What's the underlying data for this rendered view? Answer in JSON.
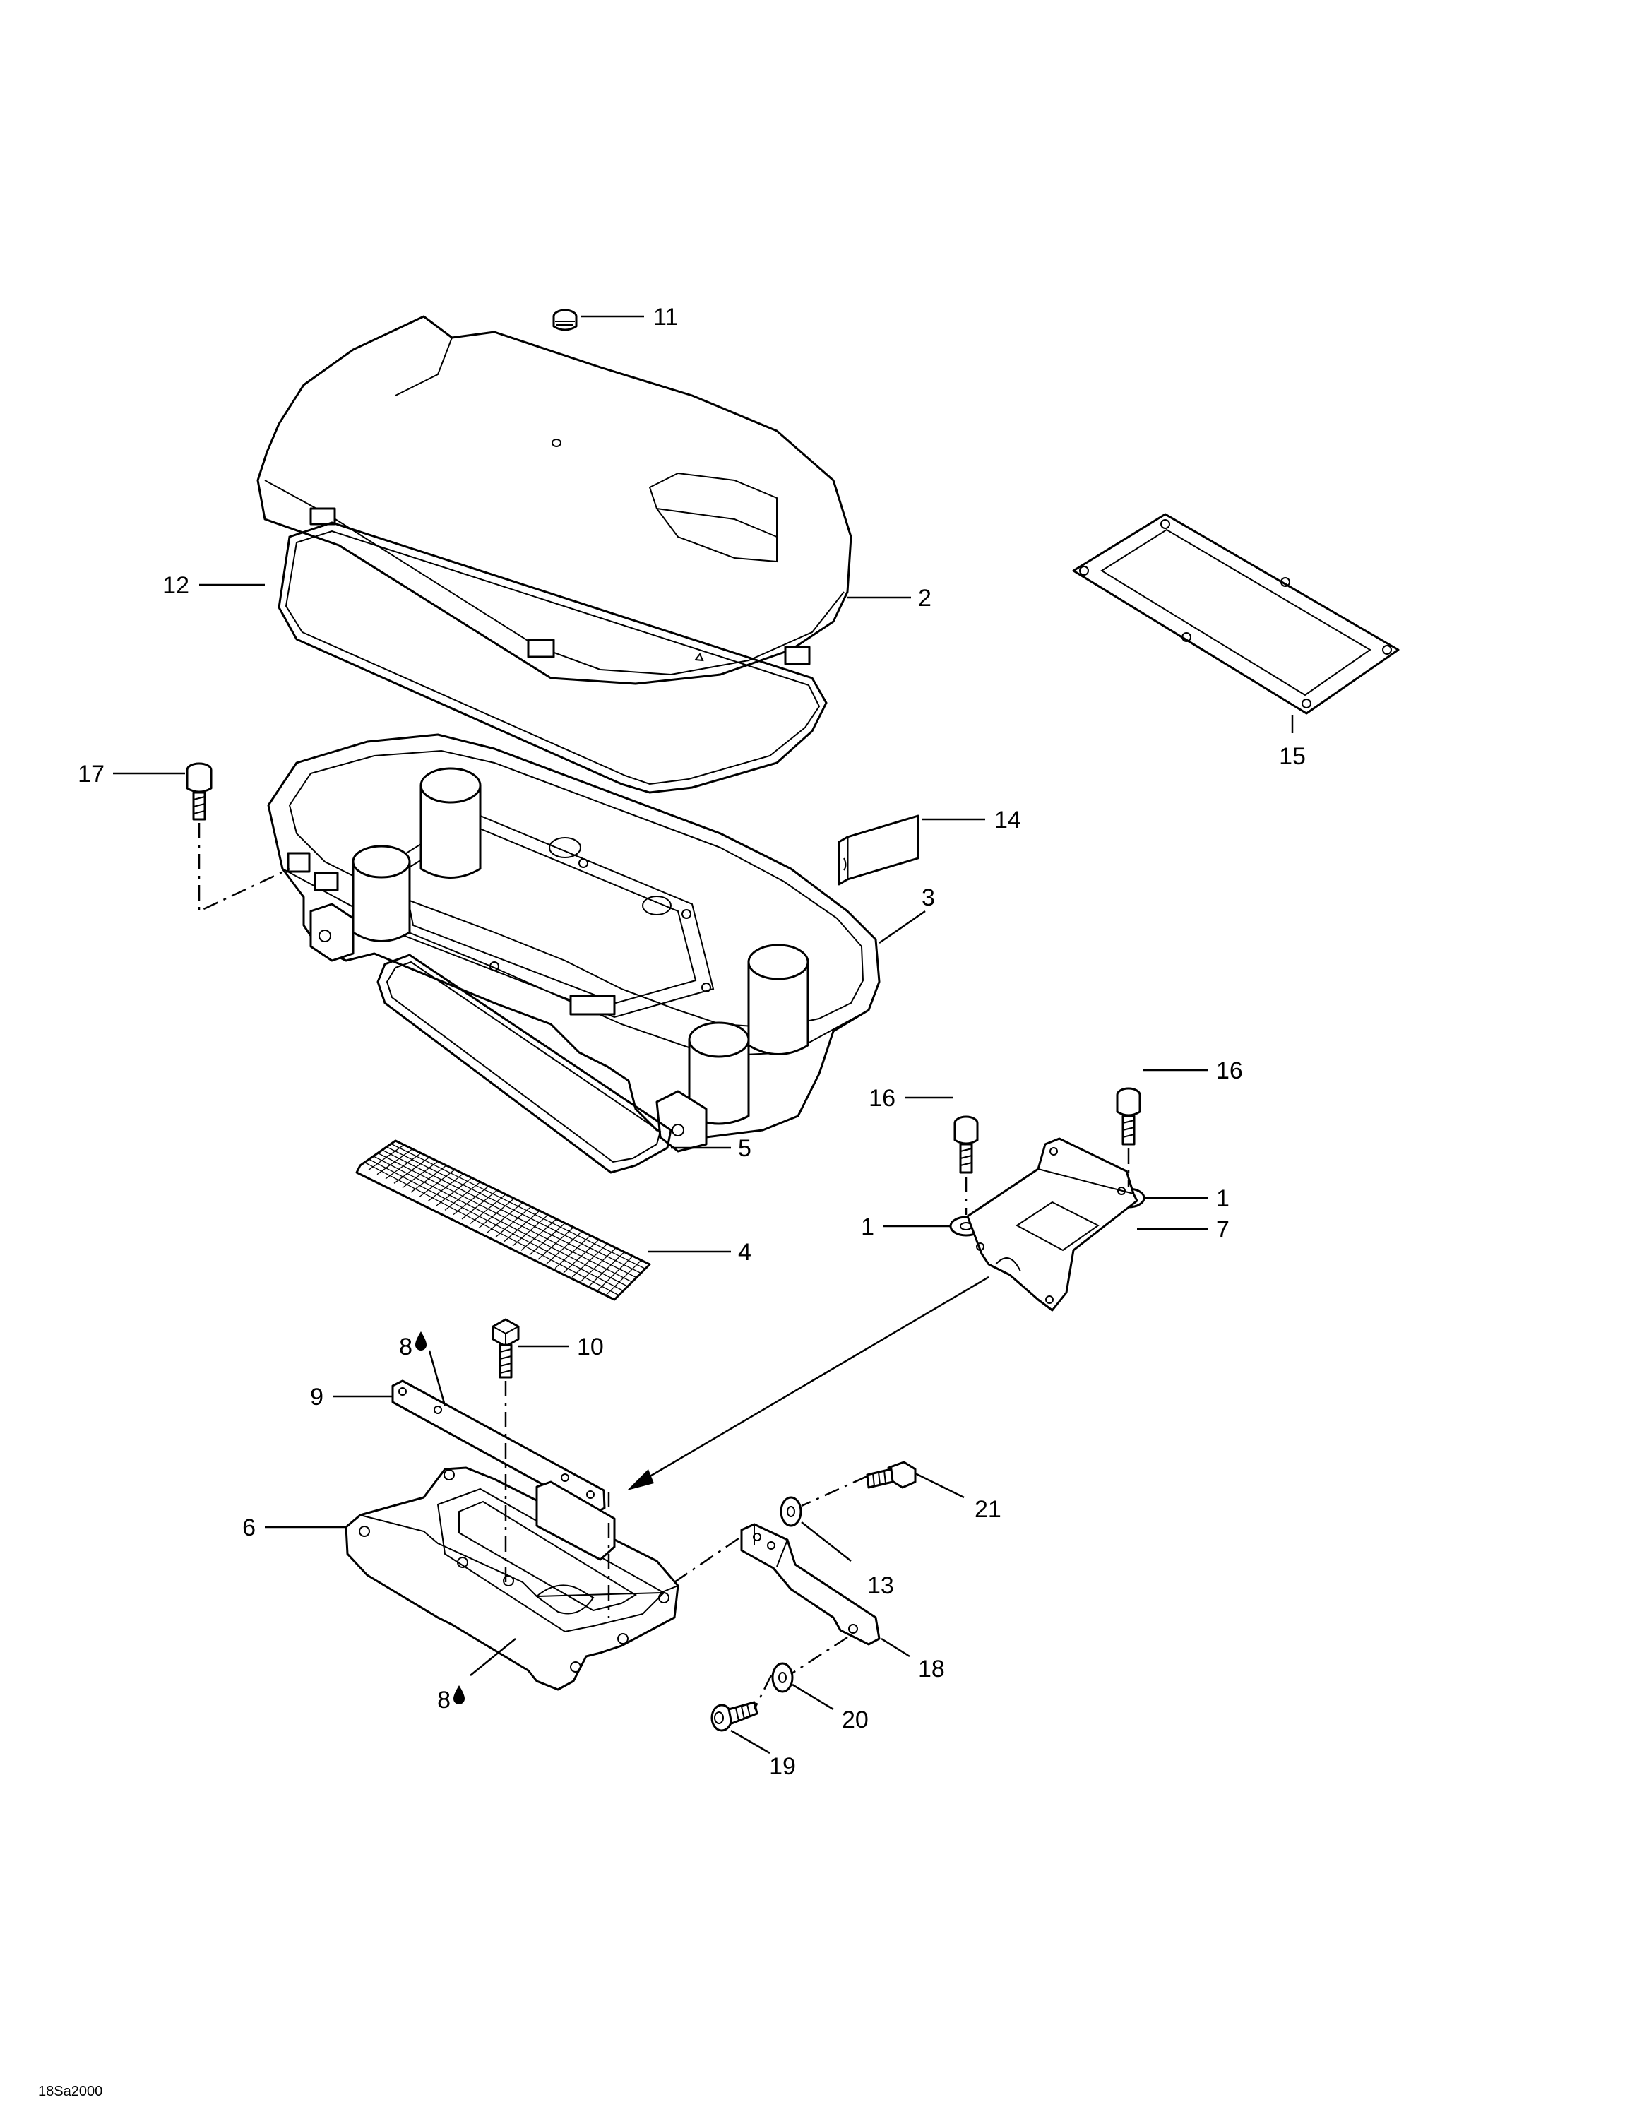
{
  "diagram": {
    "reference_code": "18Sa2000",
    "callouts": [
      {
        "id": "c1a",
        "label": "1"
      },
      {
        "id": "c1b",
        "label": "1"
      },
      {
        "id": "c2",
        "label": "2"
      },
      {
        "id": "c3",
        "label": "3"
      },
      {
        "id": "c4",
        "label": "4"
      },
      {
        "id": "c5",
        "label": "5"
      },
      {
        "id": "c6",
        "label": "6"
      },
      {
        "id": "c7",
        "label": "7"
      },
      {
        "id": "c8a",
        "label": "8"
      },
      {
        "id": "c8b",
        "label": "8"
      },
      {
        "id": "c9",
        "label": "9"
      },
      {
        "id": "c10",
        "label": "10"
      },
      {
        "id": "c11",
        "label": "11"
      },
      {
        "id": "c12",
        "label": "12"
      },
      {
        "id": "c13",
        "label": "13"
      },
      {
        "id": "c14",
        "label": "14"
      },
      {
        "id": "c15",
        "label": "15"
      },
      {
        "id": "c16a",
        "label": "16"
      },
      {
        "id": "c16b",
        "label": "16"
      },
      {
        "id": "c17",
        "label": "17"
      },
      {
        "id": "c18",
        "label": "18"
      },
      {
        "id": "c19",
        "label": "19"
      },
      {
        "id": "c20",
        "label": "20"
      },
      {
        "id": "c21",
        "label": "21"
      }
    ]
  }
}
